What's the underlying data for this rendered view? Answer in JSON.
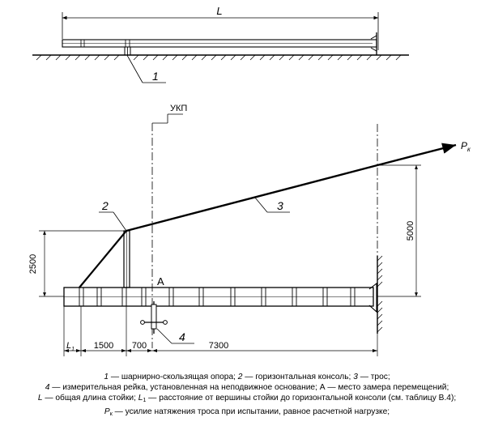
{
  "labels": {
    "length_L": "L",
    "callout_1": "1",
    "callout_2": "2",
    "callout_3": "3",
    "callout_4": "4",
    "ukp": "УКП",
    "point_A": "А",
    "force_P": "P",
    "force_P_sub": "к",
    "dim_L1": "L",
    "dim_L1_sub": "1",
    "dim_1500": "1500",
    "dim_700": "700",
    "dim_7300": "7300",
    "dim_2500": "2500",
    "dim_5000": "5000"
  },
  "legend": {
    "line1_a": "1",
    "line1_b": " — шарнирно-скользящая опора; ",
    "line1_c": "2",
    "line1_d": " — горизонтальная консоль; ",
    "line1_e": "3",
    "line1_f": " — трос;",
    "line2_a": "4",
    "line2_b": " — измерительная рейка, установленная на неподвижное основание; А — место замера перемещений;",
    "line3_a": "L",
    "line3_b": " — общая длина стойки; ",
    "line3_c": "L",
    "line3_d": "1",
    "line3_e": " — расстояние от вершины стойки до горизонтальной консоли (см. таблицу В.4);",
    "line4_a": "P",
    "line4_b": "к",
    "line4_c": " — усилие натяжения троса при испытании, равное расчетной нагрузке;"
  }
}
